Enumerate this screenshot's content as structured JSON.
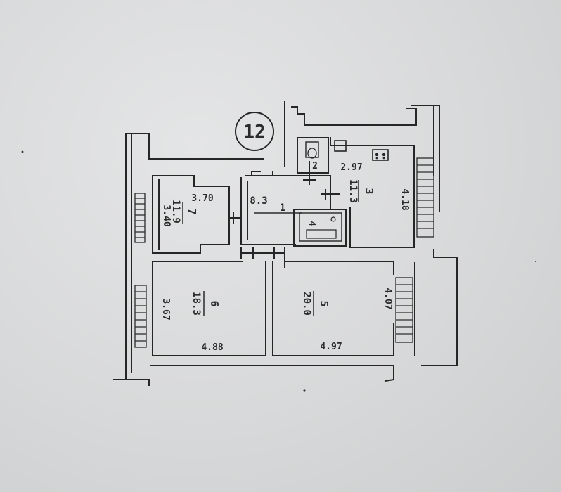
{
  "plan": {
    "flat_number": "12",
    "rooms": [
      {
        "id": "1",
        "area": "8.3"
      },
      {
        "id": "2",
        "area": ""
      },
      {
        "id": "3",
        "area": "11.3"
      },
      {
        "id": "4",
        "area": ""
      },
      {
        "id": "5",
        "area": "20.0"
      },
      {
        "id": "6",
        "area": "18.3"
      },
      {
        "id": "7",
        "area": "11.9"
      }
    ],
    "dimensions": {
      "room7_width": "3.70",
      "room7_length": "3.40",
      "room3_width": "2.97",
      "room3_length": "4.18",
      "room6_width": "4.88",
      "room6_length": "3.67",
      "room5_width": "4.97",
      "room5_length": "4.07"
    }
  }
}
